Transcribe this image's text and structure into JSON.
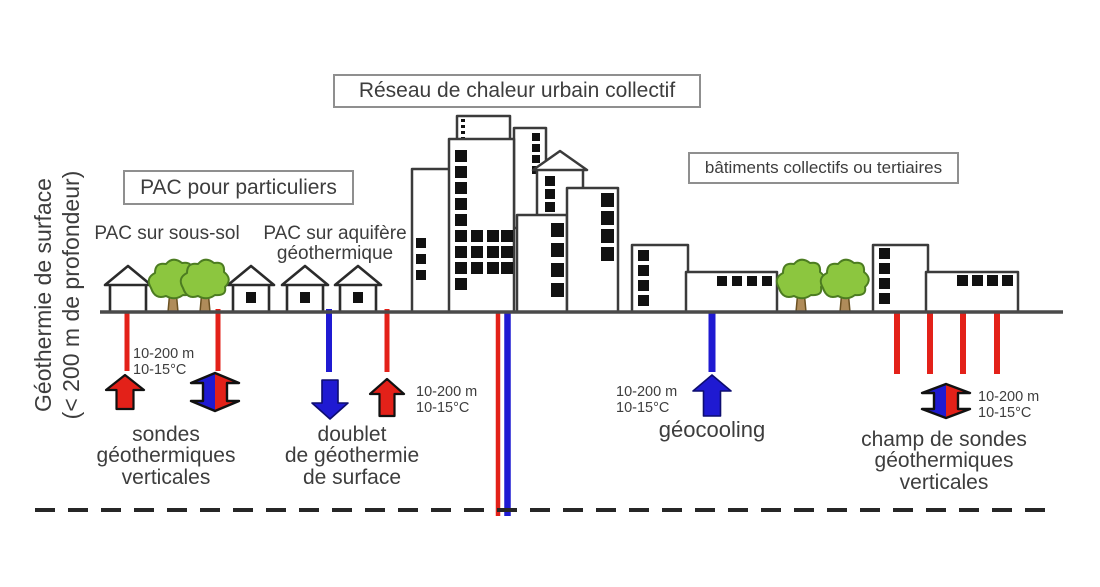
{
  "side_label": {
    "line1": "Géothermie de surface",
    "line2": "(< 200 m de profondeur)"
  },
  "boxes": {
    "network": "Réseau de chaleur urbain collectif",
    "pac": "PAC pour particuliers",
    "collective": "bâtiments collectifs ou tertiaires"
  },
  "house_labels": {
    "sous_sol": "PAC sur sous-sol",
    "aquifere_line1": "PAC sur aquifère",
    "aquifere_line2": "géothermique"
  },
  "depth_note": {
    "range": "10-200 m",
    "temp": "10-15°C"
  },
  "techniques": {
    "sondes": {
      "line1": "sondes",
      "line2": "géothermiques",
      "line3": "verticales"
    },
    "doublet": {
      "line1": "doublet",
      "line2": "de géothermie",
      "line3": "de surface"
    },
    "geocooling": {
      "line1": "géocooling"
    },
    "champ": {
      "line1": "champ de sondes",
      "line2": "géothermiques",
      "line3": "verticales"
    }
  },
  "colors": {
    "hot_red": "#e32119",
    "cold_blue": "#1f1ad2",
    "tree_green": "#8cc63f",
    "tree_outline": "#4c7c21",
    "trunk_brown": "#b08c5a",
    "line_dark": "#3b3b3b",
    "text": "#3d3d3d"
  }
}
